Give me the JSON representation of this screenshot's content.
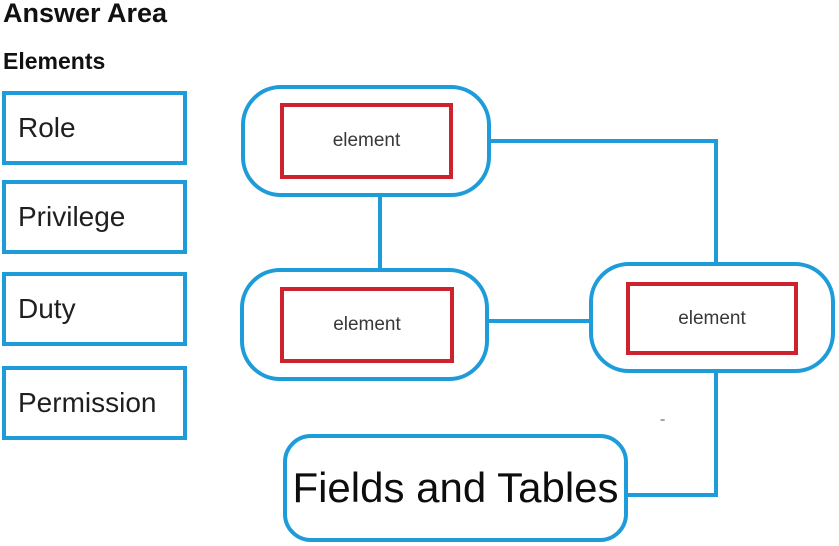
{
  "header": {
    "title": "Answer Area",
    "subtitle": "Elements"
  },
  "palette": {
    "accent_blue": "#1d9cd9",
    "accent_red": "#ce232e",
    "text_black": "#1f1f1f"
  },
  "elements_list": {
    "items": [
      {
        "label": "Role"
      },
      {
        "label": "Privilege"
      },
      {
        "label": "Duty"
      },
      {
        "label": "Permission"
      }
    ]
  },
  "diagram": {
    "drop_slots": [
      {
        "position": "top",
        "label": "element"
      },
      {
        "position": "middle",
        "label": "element"
      },
      {
        "position": "right",
        "label": "element"
      }
    ],
    "fields_node": {
      "label": "Fields and Tables"
    },
    "stray_dash": "-"
  }
}
